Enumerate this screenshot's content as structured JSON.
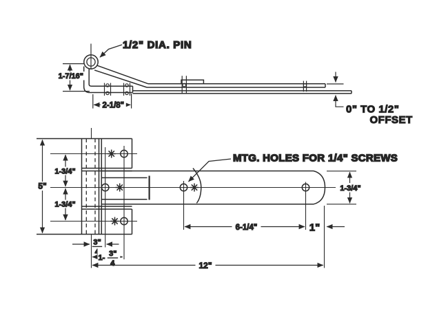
{
  "side_view": {
    "pin_label": "1/2\" DIA. PIN",
    "pin_height_dim": "1-7/16\"",
    "bracket_length_dim": "2-1/8\"",
    "offset_label_line1": "0\" TO 1/2\"",
    "offset_label_line2": "OFFSET"
  },
  "plan_view": {
    "mounting_holes_label": "MTG. HOLES FOR 1/4\" SCREWS",
    "plate_height_dim": "5\"",
    "row_spacing_upper_dim": "1-3/4\"",
    "row_spacing_lower_dim": "1-3/4\"",
    "strap_width_dim": "1-3/4\"",
    "strap_hole_spacing_dim": "6-1/4\"",
    "strap_end_margin_dim": "1\"",
    "overall_length_dim": "12\"",
    "pin_to_hole_dim": {
      "num": "3\"",
      "den": "4"
    },
    "pin_to_outer_hole_dim": {
      "prefix": "1-",
      "num": "3\"",
      "den": "4"
    }
  },
  "colors": {
    "line": "#2b2b2b",
    "background": "#ffffff"
  }
}
